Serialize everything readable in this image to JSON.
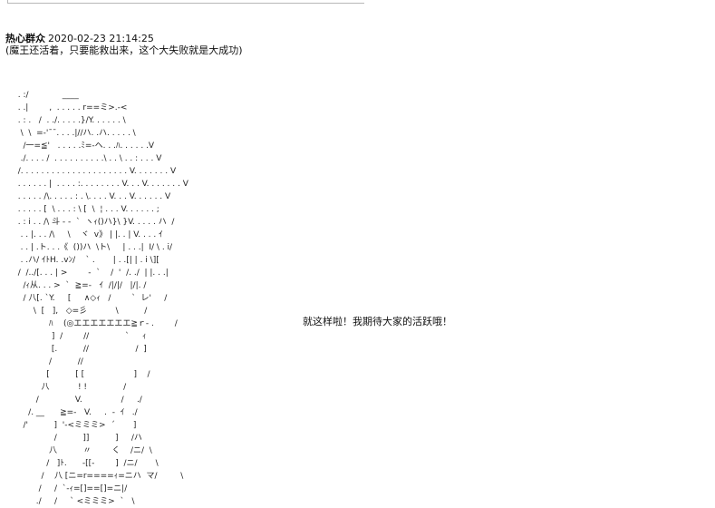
{
  "post": {
    "author": "热心群众",
    "date": "2020-02-23 21:14:25",
    "subtitle": "(魔王还活着，只要能救出来，这个大失败就是大成功)"
  },
  "art": {
    "lines": [
      "  . :/             ____",
      "  . .|        ,  . . . . . r==ミ>.-<",
      "  . : .   /  . ./. . . . .}/Y. . . . . . \\",
      "   \\  \\  =-'¯¯. . . .|//ハ. .ハ. . . . . \\",
      "    /一=≦'   . . . . .ﾐ=-ヘ. . .ﾊ. . . . . .V",
      "   ./. . . . /  . . . . . . . . . .\\ . . \\ . . : . . . V",
      "  /. . . . . . . . . . . . . . . . . . . . . V. . . . . . . V",
      "  . . . . . . |  . . . . :. . . . . . . . V. . . V. . . . . . . V",
      "  . . . . . /\\. . . . . : . \\. . . . V. . . V. . . . . . V",
      "  . . . . . [  \\ . . . : \\ [  \\  ¦ . . . V. . . . . . ;",
      "  . : i . . /\\ 斗 ‐ -  `  ヽｨ()ハ}\\ }V. . . . . ハ  /",
      "   . . |. . . /\\     \\    ヾ  v》 | |. . | V. . . . ｲ",
      "   . . | .ト. . .《  ())ハ  \\ト\\     | . . .|  I/ \\ . i/",
      "   . .ハ/ ｲﾄH. .vﾝ/    ` .       | . .[| | . i \\][",
      "  /  /../[. . . | >        ‐  `    /  '  /. ./  | |. . .|",
      "    /ｨ从. . . >  `  ≧=-   ｲ  /|/|/   |/|. /",
      "    / 八[. `Y.     [     ∧◇ｨ   /        `  レ'     /",
      "        \\  [   ],   ◇=彡           \\          /",
      "              ﾊ    (◎エエエエエエエ≧ｒ- .        /",
      "               ]  /        //              `     ｨ",
      "               [.          //                  /  ]",
      "              /          //",
      "             [          [ [                   ]    /",
      "           八           ! !              /",
      "         /              V.               /     ./",
      "      /. __      ≧=-   V.     .  -  ｲ   ./",
      "    /'          ]  '-<ミミミ>  ´       ]",
      "                /          ]]          ]     /ハ",
      "              八          〃        く    /ニ/  \\",
      "             /   ]ﾄ.      -[[-        ]  /ニ/       \\",
      "           /    八 [ニ=r====ｨ=ニハ  マ/         \\",
      "          /     /  `-ｨ=[]==[]=ニ|/",
      "         ./     /     ` <ミミミ>  `   \\"
    ]
  },
  "speech": "就这样啦！我期待大家的活跃哦！"
}
